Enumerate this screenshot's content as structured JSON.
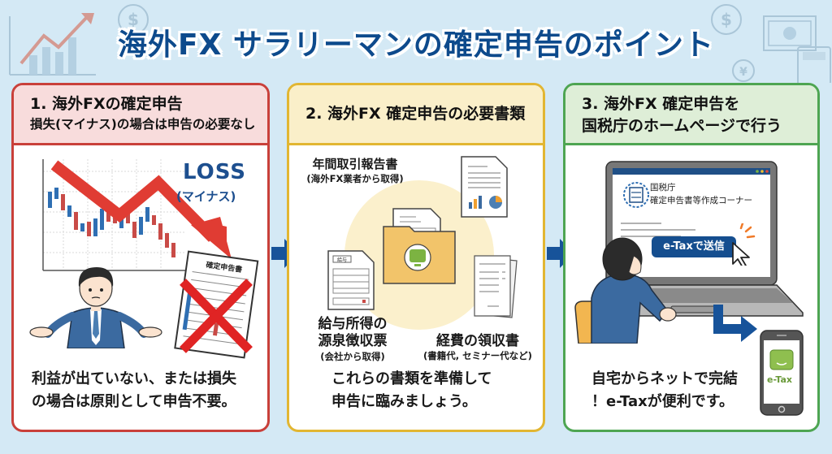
{
  "title": "海外FX サラリーマンの確定申告のポイント",
  "colors": {
    "background": "#d4e9f5",
    "title": "#0d4a8c",
    "panel1_accent": "#c9403a",
    "panel2_accent": "#e2b632",
    "panel3_accent": "#4ea552",
    "flow_arrow": "#17539a"
  },
  "panels": [
    {
      "heading": "1. 海外FXの確定申告",
      "subheading": "損失(マイナス)の場合は申告の必要なし",
      "illustration": {
        "loss_label": "LOSS",
        "loss_sublabel": "(マイナス)",
        "form_title": "確定申告書",
        "icons": [
          "candlestick-chart-icon",
          "down-trend-arrow-icon",
          "tax-form-icon",
          "red-x-icon",
          "shrugging-businessman-icon"
        ]
      },
      "caption_line1": "利益が出ていない、または損失",
      "caption_line2": "の場合は原則として申告不要。"
    },
    {
      "heading": "2. 海外FX 確定申告の必要書類",
      "documents": [
        {
          "name": "年間取引報告書",
          "note": "(海外FX業者から取得)"
        },
        {
          "name_line1": "給与所得の",
          "name_line2": "源泉徴収票",
          "note": "(会社から取得)",
          "doc_tag": "給与"
        },
        {
          "name": "経費の領収書",
          "note": "(書籍代, セミナー代など)"
        }
      ],
      "icons": [
        "document-folder-icon",
        "report-chart-document-icon",
        "withholding-slip-icon",
        "receipts-icon"
      ],
      "caption_line1": "これらの書類を準備して",
      "caption_line2": "申告に臨みましょう。"
    },
    {
      "heading": "3. 海外FX 確定申告を",
      "subheading": "国税庁のホームページで行う",
      "screen": {
        "org_name": "国税庁",
        "page_name": "確定申告書等作成コーナー",
        "submit_button": "e-Taxで送信"
      },
      "phone_app_label": "e-Tax",
      "icons": [
        "laptop-icon",
        "cursor-icon",
        "nta-emblem-icon",
        "smartphone-icon",
        "businessman-at-desk-icon"
      ],
      "caption_line1": "自宅からネットで完結",
      "caption_line2": "！e-Taxが便利です。"
    }
  ]
}
